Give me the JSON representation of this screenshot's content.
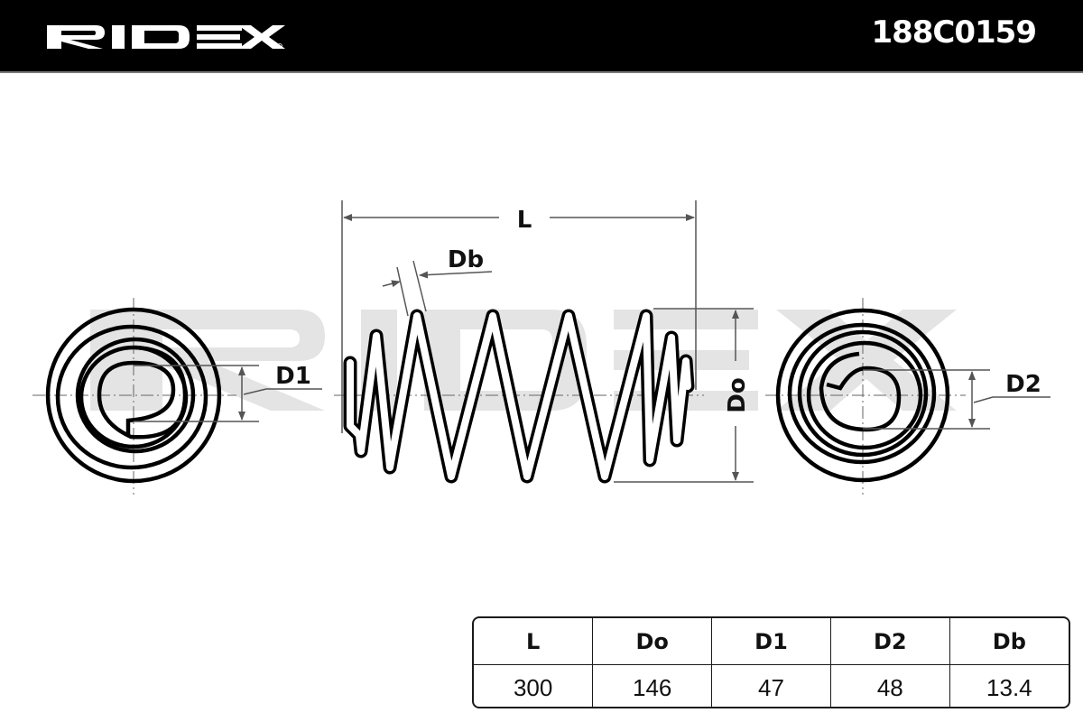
{
  "header": {
    "brand": "RIDEX",
    "registered_mark": "®",
    "part_number": "188C0159"
  },
  "drawing": {
    "labels": {
      "length": "L",
      "outer_diameter": "Do",
      "inner_diameter_1": "D1",
      "inner_diameter_2": "D2",
      "wire_diameter": "Db"
    },
    "watermark": "RIDEX",
    "colors": {
      "line": "#000000",
      "dimension": "#555555",
      "watermark": "#e3e3e3"
    }
  },
  "spec_table": {
    "columns": [
      "L",
      "Do",
      "D1",
      "D2",
      "Db"
    ],
    "values": [
      "300",
      "146",
      "47",
      "48",
      "13.4"
    ]
  }
}
